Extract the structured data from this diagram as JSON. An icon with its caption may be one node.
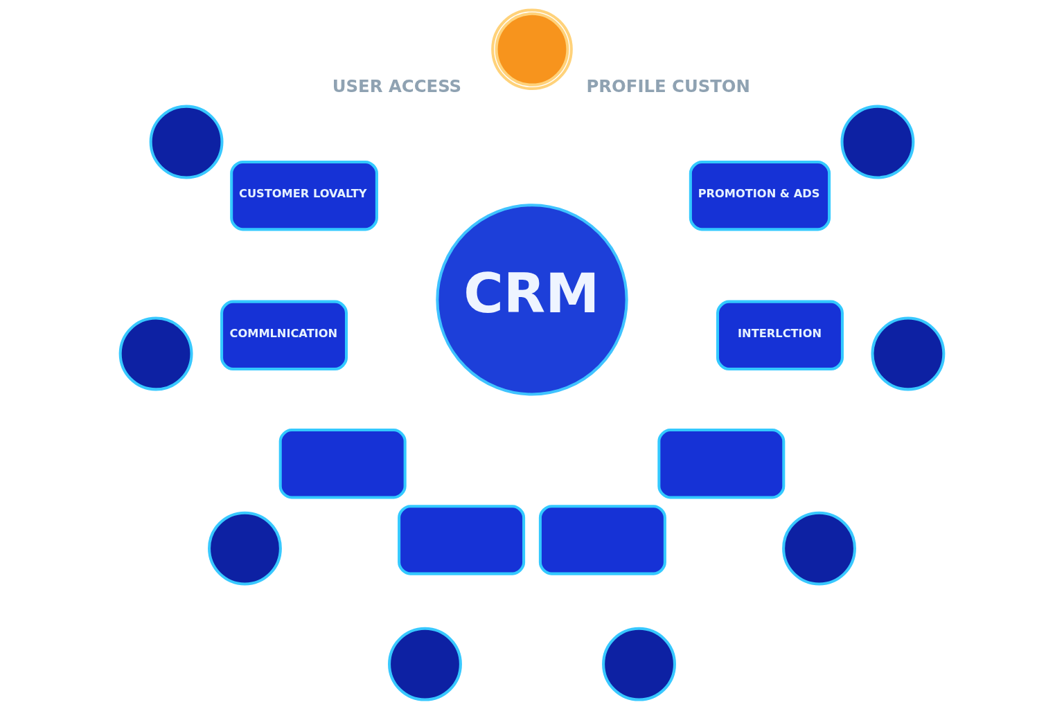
{
  "diagram": {
    "nodes": [
      {
        "text": [],
        "shape": "person"
      },
      {
        "text": [
          "CRM"
        ]
      },
      {
        "text": [
          "CUSTOMER LOVALTY"
        ]
      },
      {
        "text": [
          "COMMLNICATION"
        ]
      },
      {
        "text": [],
        "shape": "box"
      },
      {
        "text": [],
        "shape": "box"
      },
      {
        "text": [],
        "shape": "box"
      },
      {
        "text": [],
        "shape": "box"
      },
      {
        "text": [
          "INTERLCTION"
        ]
      },
      {
        "text": [
          "PROMOTION & ADS"
        ]
      },
      {
        "text": [],
        "shape": "circle"
      },
      {
        "text": [],
        "shape": "circle"
      },
      {
        "text": [],
        "shape": "circle"
      },
      {
        "text": [],
        "shape": "circle"
      },
      {
        "text": [],
        "shape": "circle"
      },
      {
        "text": [],
        "shape": "circle"
      },
      {
        "text": [],
        "shape": "circle"
      },
      {
        "text": [],
        "shape": "circle"
      }
    ],
    "labels": [
      "USER ACCESS",
      "PROFILE CUSTON"
    ]
  }
}
